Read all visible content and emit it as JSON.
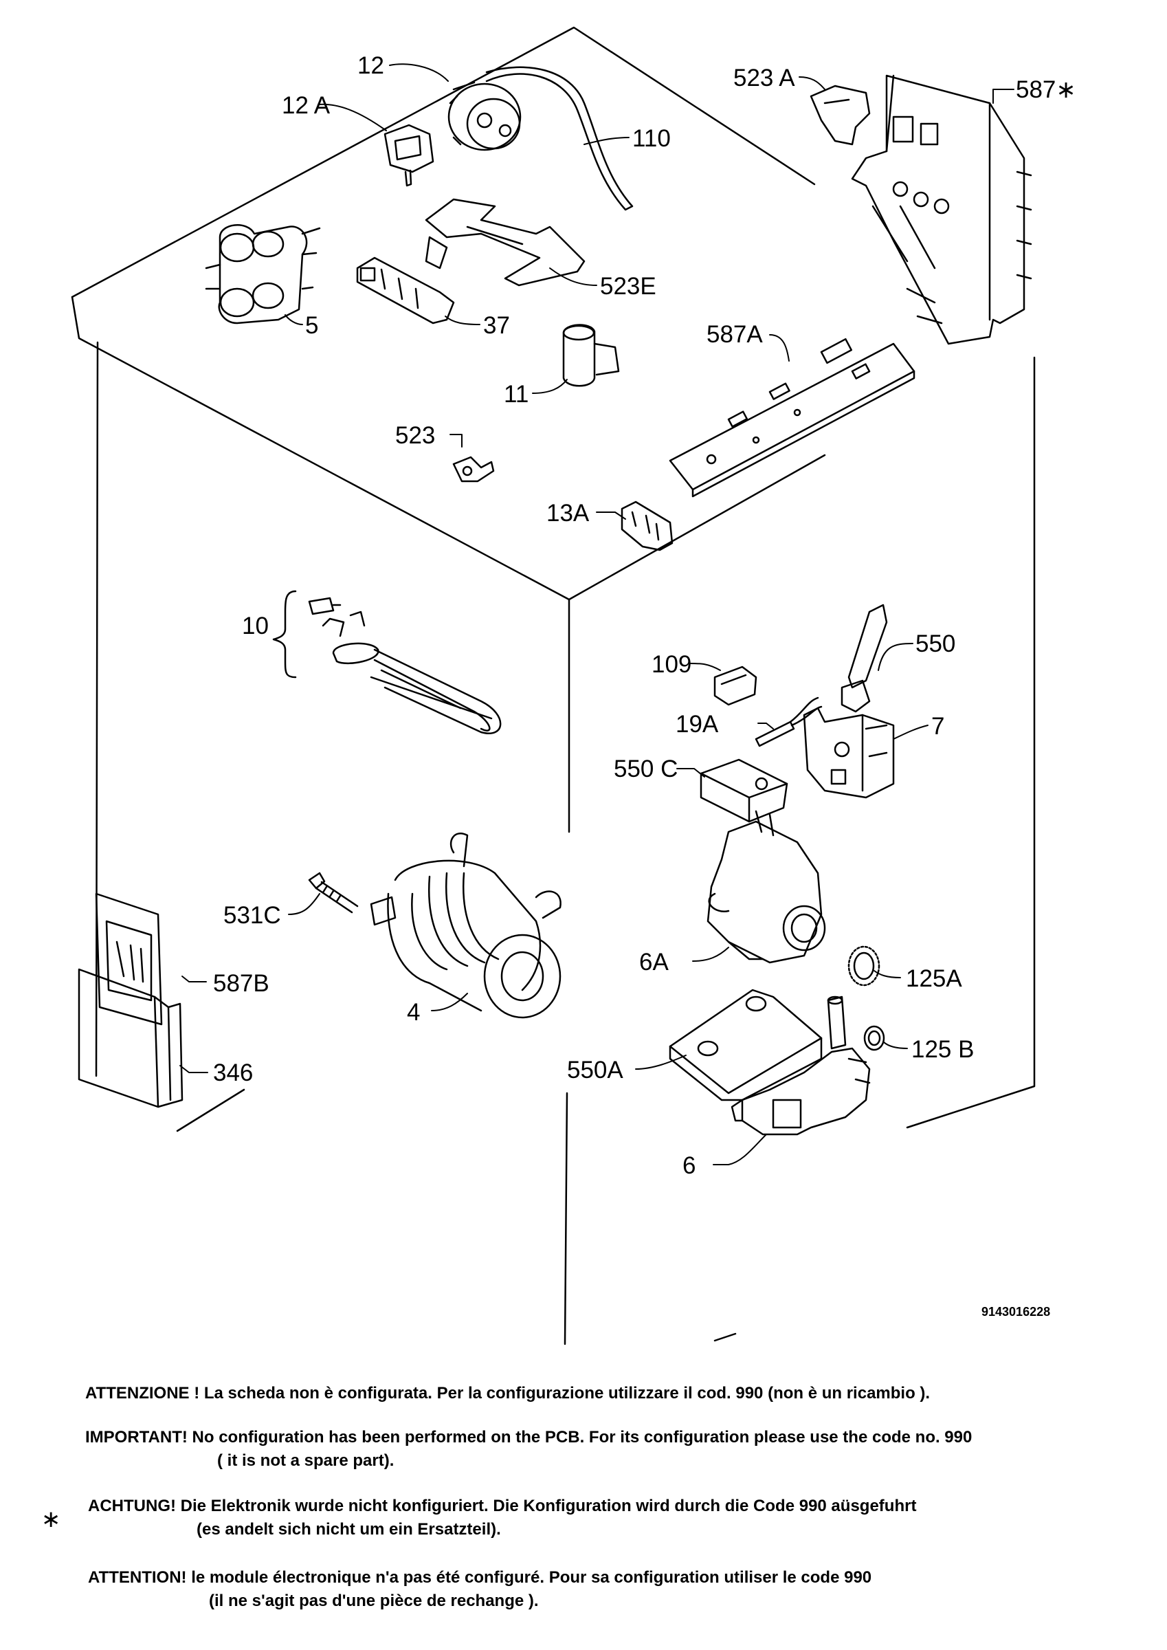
{
  "diagram": {
    "reference_code": "9143016228",
    "parts": [
      {
        "id": "p12",
        "label": "12"
      },
      {
        "id": "p12a",
        "label": "12 A"
      },
      {
        "id": "p110",
        "label": "110"
      },
      {
        "id": "p5",
        "label": "5"
      },
      {
        "id": "p37",
        "label": "37"
      },
      {
        "id": "p523e",
        "label": "523E"
      },
      {
        "id": "p11",
        "label": "11"
      },
      {
        "id": "p523",
        "label": "523"
      },
      {
        "id": "p13a",
        "label": "13A"
      },
      {
        "id": "p523a",
        "label": "523 A"
      },
      {
        "id": "p587",
        "label": "587∗"
      },
      {
        "id": "p587a",
        "label": "587A"
      },
      {
        "id": "p10",
        "label": "10"
      },
      {
        "id": "p109",
        "label": "109"
      },
      {
        "id": "p19a",
        "label": "19A"
      },
      {
        "id": "p550",
        "label": "550"
      },
      {
        "id": "p7",
        "label": "7"
      },
      {
        "id": "p550c",
        "label": "550 C"
      },
      {
        "id": "p531c",
        "label": "531C"
      },
      {
        "id": "p4",
        "label": "4"
      },
      {
        "id": "p587b",
        "label": "587B"
      },
      {
        "id": "p346",
        "label": "346"
      },
      {
        "id": "p6a",
        "label": "6A"
      },
      {
        "id": "p125a",
        "label": "125A"
      },
      {
        "id": "p125b",
        "label": "125 B"
      },
      {
        "id": "p550a",
        "label": "550A"
      },
      {
        "id": "p6",
        "label": "6"
      }
    ]
  },
  "notes": {
    "star_symbol": "∗",
    "it": "ATTENZIONE ! La scheda non è configurata. Per la configurazione utilizzare il cod. 990 (non è un ricambio ).",
    "en_1": "IMPORTANT! No configuration has been performed on the PCB. For its configuration please use the code no. 990",
    "en_2": "( it is not a spare part).",
    "de_1": "ACHTUNG! Die Elektronik wurde nicht konfiguriert. Die Konfiguration wird durch die Code 990 aüsgefuhrt",
    "de_2": "(es andelt sich nicht um ein Ersatzteil).",
    "fr_1": "ATTENTION! le module électronique n'a pas été configuré. Pour sa configuration utiliser le code 990",
    "fr_2": "(il ne s'agit pas d'une pièce de rechange )."
  }
}
